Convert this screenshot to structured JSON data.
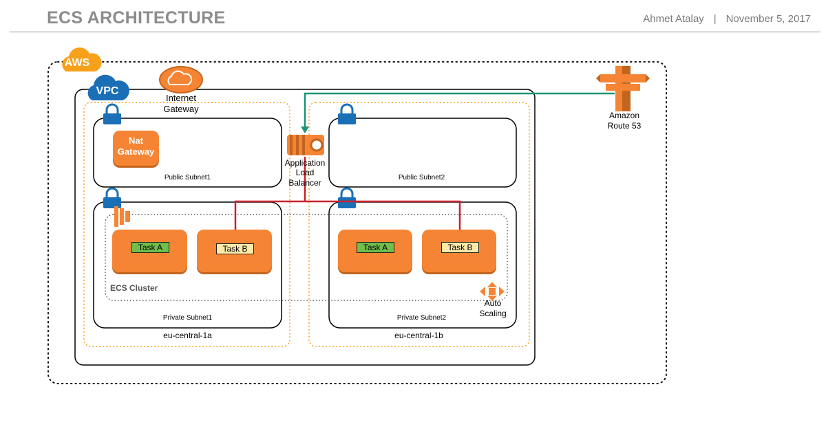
{
  "header": {
    "title": "ECS ARCHITECTURE",
    "author": "Ahmet Atalay",
    "separator": "|",
    "date": "November 5, 2017"
  },
  "diagram": {
    "aws": "AWS",
    "vpc": "VPC",
    "internet_gateway": "Internet\nGateway",
    "internet_gateway_l1": "Internet",
    "internet_gateway_l2": "Gateway",
    "nat_l1": "Nat",
    "nat_l2": "Gateway",
    "public_subnet1": "Public Subnet1",
    "public_subnet2": "Public Subnet2",
    "alb_l1": "Application",
    "alb_l2": "Load",
    "alb_l3": "Balancer",
    "route53_l1": "Amazon",
    "route53_l2": "Route 53",
    "private_subnet1": "Private Subnet1",
    "private_subnet2": "Private Subnet2",
    "ecs_cluster": "ECS Cluster",
    "az1": "eu-central-1a",
    "az2": "eu-central-1b",
    "task_a": "Task A",
    "task_b": "Task B",
    "auto_scaling_l1": "Auto",
    "auto_scaling_l2": "Scaling"
  },
  "colors": {
    "aws_orange": "#f7a11a",
    "service_orange": "#f58534",
    "vpc_blue": "#1b6fb6",
    "route_line": "#1a9477",
    "task_line": "#c8212b",
    "az_border": "#f7a11a"
  }
}
